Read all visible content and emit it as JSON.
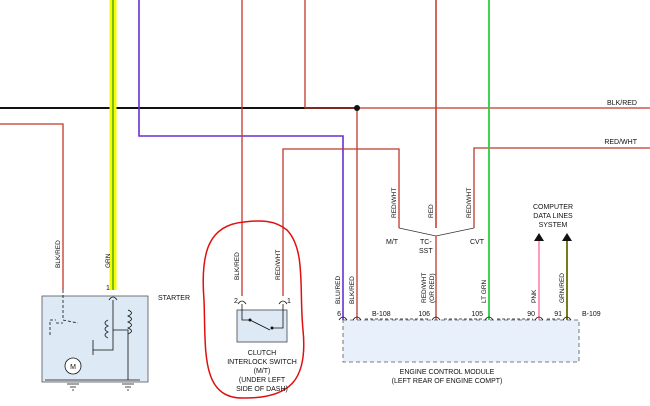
{
  "wire_labels": {
    "blk_red_top": "BLK/RED",
    "red_wht_top": "RED/WHT",
    "blk_red_left": "BLK/RED",
    "grn": "GRN",
    "blk_red_switch": "BLK/RED",
    "red_wht_switch": "RED/WHT",
    "blu_red": "BLU/RED",
    "blk_red_ecm": "BLK/RED",
    "red_wht_mt": "RED/WHT",
    "red_tc": "RED",
    "red_wht_cvt": "RED/WHT",
    "red_wht_or_red": "RED/WHT",
    "or_red": "(OR RED)",
    "lt_grn": "LT GRN",
    "pnk": "PNK",
    "grn_red": "GRN/RED"
  },
  "branch_labels": {
    "mt": "M/T",
    "tc": "TC-",
    "sst": "SST",
    "cvt": "CVT"
  },
  "pins": {
    "starter_1": "1",
    "switch_2": "2",
    "switch_1": "1",
    "ecm_6": "6",
    "ecm_106": "106",
    "ecm_105": "105",
    "ecm_90": "90",
    "ecm_91": "91"
  },
  "connectors": {
    "b108": "B-108",
    "b109": "B-109"
  },
  "components": {
    "starter": "STARTER",
    "motor": "M",
    "clutch_line1": "CLUTCH",
    "clutch_line2": "INTERLOCK SWITCH",
    "clutch_line3": "(M/T)",
    "clutch_line4": "(UNDER LEFT",
    "clutch_line5": "SIDE OF DASH)",
    "computer_line1": "COMPUTER",
    "computer_line2": "DATA LINES",
    "computer_line3": "SYSTEM",
    "ecm_line1": "ENGINE CONTROL MODULE",
    "ecm_line2": "(LEFT REAR OF ENGINE COMPT)"
  },
  "colors": {
    "red": "#c0392b",
    "yellow": "#f2ff00",
    "green": "#2ecc40",
    "purple": "#6a2fd1",
    "black": "#111111",
    "pink": "#ff8fb1",
    "olive": "#6b6b00",
    "ecm_fill": "#e8f1fb",
    "box_fill": "#dde9f5",
    "annotation": "#e01010"
  }
}
